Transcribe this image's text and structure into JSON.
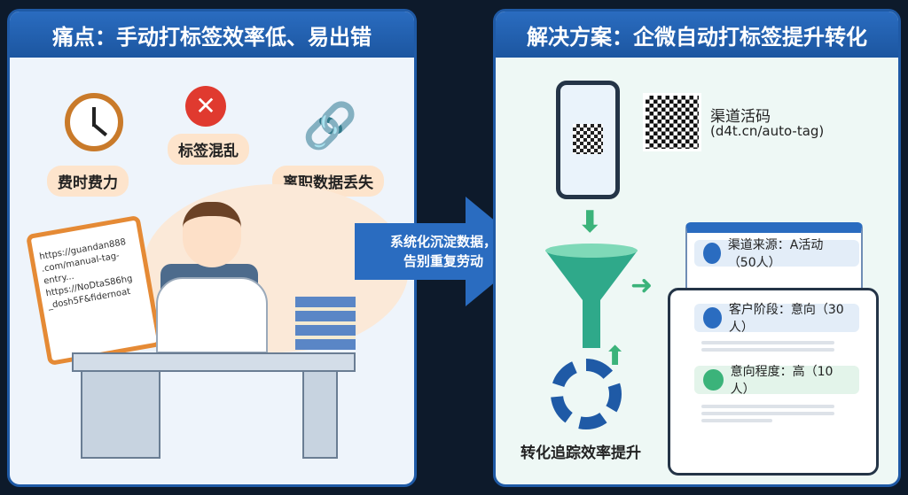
{
  "left": {
    "title": "痛点：手动打标签效率低、易出错",
    "labels": [
      "费时费力",
      "标签混乱",
      "离职数据丢失"
    ],
    "clipboard_text": [
      "https://guandan888",
      ".com/manual-tag-",
      "entry...",
      "https://NoDtaS86hg",
      "_dosh5F&fidernoat"
    ]
  },
  "arrow": {
    "line1": "系统化沉淀数据，",
    "line2": "告别重复劳动"
  },
  "right": {
    "title": "解决方案：企微自动打标签提升转化",
    "qr_label": "渠道活码",
    "qr_url": "(d4t.cn/auto-tag)",
    "cards": [
      "渠道来源：A活动（50人）",
      "客户阶段：意向（30人）",
      "意向程度：高（10人）"
    ],
    "bottom_label": "转化追踪效率提升"
  },
  "colors": {
    "header": "#1f5aa6",
    "pill": "#fde4cc",
    "green": "#3bb37a"
  }
}
